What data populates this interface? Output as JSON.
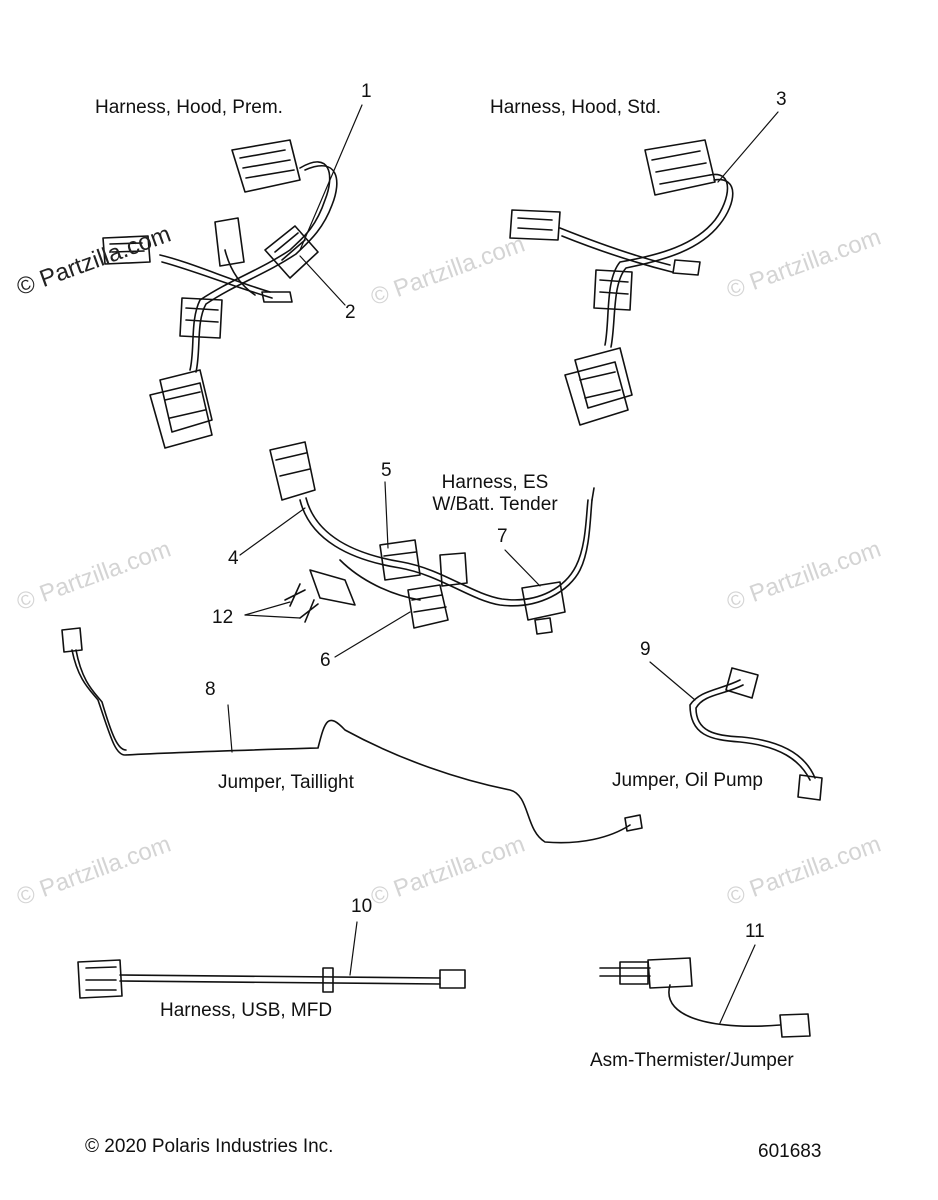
{
  "watermark": "© Partzilla.com",
  "labels": {
    "hood_prem": "Harness, Hood, Prem.",
    "hood_std": "Harness, Hood, Std.",
    "es_line1": "Harness, ES",
    "es_line2": "W/Batt. Tender",
    "taillight": "Jumper, Taillight",
    "oil_pump": "Jumper, Oil Pump",
    "usb": "Harness, USB, MFD",
    "thermister": "Asm-Thermister/Jumper"
  },
  "callouts": [
    "1",
    "2",
    "3",
    "4",
    "5",
    "6",
    "7",
    "8",
    "9",
    "10",
    "11",
    "12"
  ],
  "footer": {
    "copyright": "© 2020 Polaris Industries Inc.",
    "diagram_id": "601683"
  }
}
